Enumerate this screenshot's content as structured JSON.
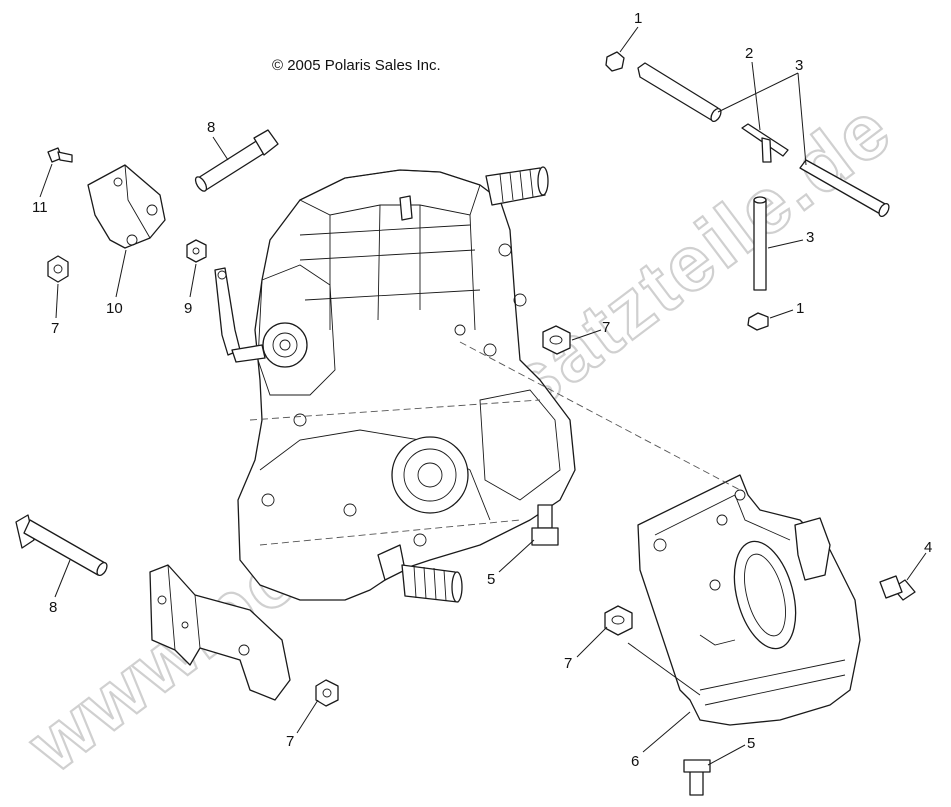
{
  "copyright": "© 2005 Polaris Sales Inc.",
  "watermark": "www.polaris-ersatzteile.de",
  "callouts": [
    {
      "id": "c1a",
      "label": "1"
    },
    {
      "id": "c2",
      "label": "2"
    },
    {
      "id": "c3a",
      "label": "3"
    },
    {
      "id": "c3b",
      "label": "3"
    },
    {
      "id": "c1b",
      "label": "1"
    },
    {
      "id": "c8a",
      "label": "8"
    },
    {
      "id": "c11",
      "label": "11"
    },
    {
      "id": "c10",
      "label": "10"
    },
    {
      "id": "c9",
      "label": "9"
    },
    {
      "id": "c7a",
      "label": "7"
    },
    {
      "id": "c7b",
      "label": "7"
    },
    {
      "id": "c4",
      "label": "4"
    },
    {
      "id": "c5a",
      "label": "5"
    },
    {
      "id": "c8b",
      "label": "8"
    },
    {
      "id": "c7c",
      "label": "7"
    },
    {
      "id": "c7d",
      "label": "7"
    },
    {
      "id": "c6",
      "label": "6"
    },
    {
      "id": "c5b",
      "label": "5"
    }
  ]
}
